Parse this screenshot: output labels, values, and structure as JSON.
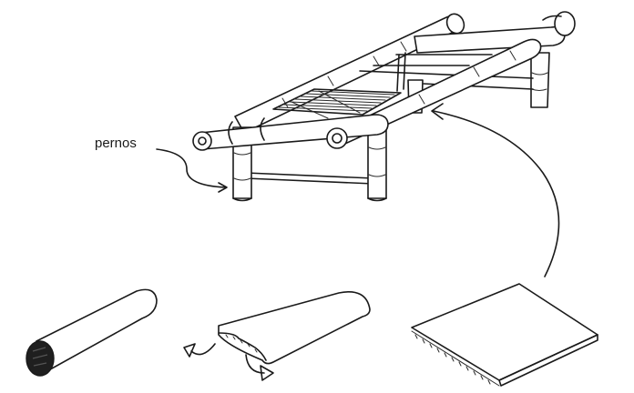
{
  "diagram": {
    "labels": {
      "pernos": "pernos"
    },
    "parts": [
      {
        "id": "bed-frame",
        "icon": "bamboo-bed-frame"
      },
      {
        "id": "bamboo-pole",
        "icon": "bamboo-pole"
      },
      {
        "id": "split-bamboo",
        "icon": "split-bamboo-half"
      },
      {
        "id": "bamboo-mat",
        "icon": "flattened-bamboo-mat"
      }
    ],
    "colors": {
      "ink": "#1a1a1a",
      "paper": "#ffffff"
    }
  }
}
